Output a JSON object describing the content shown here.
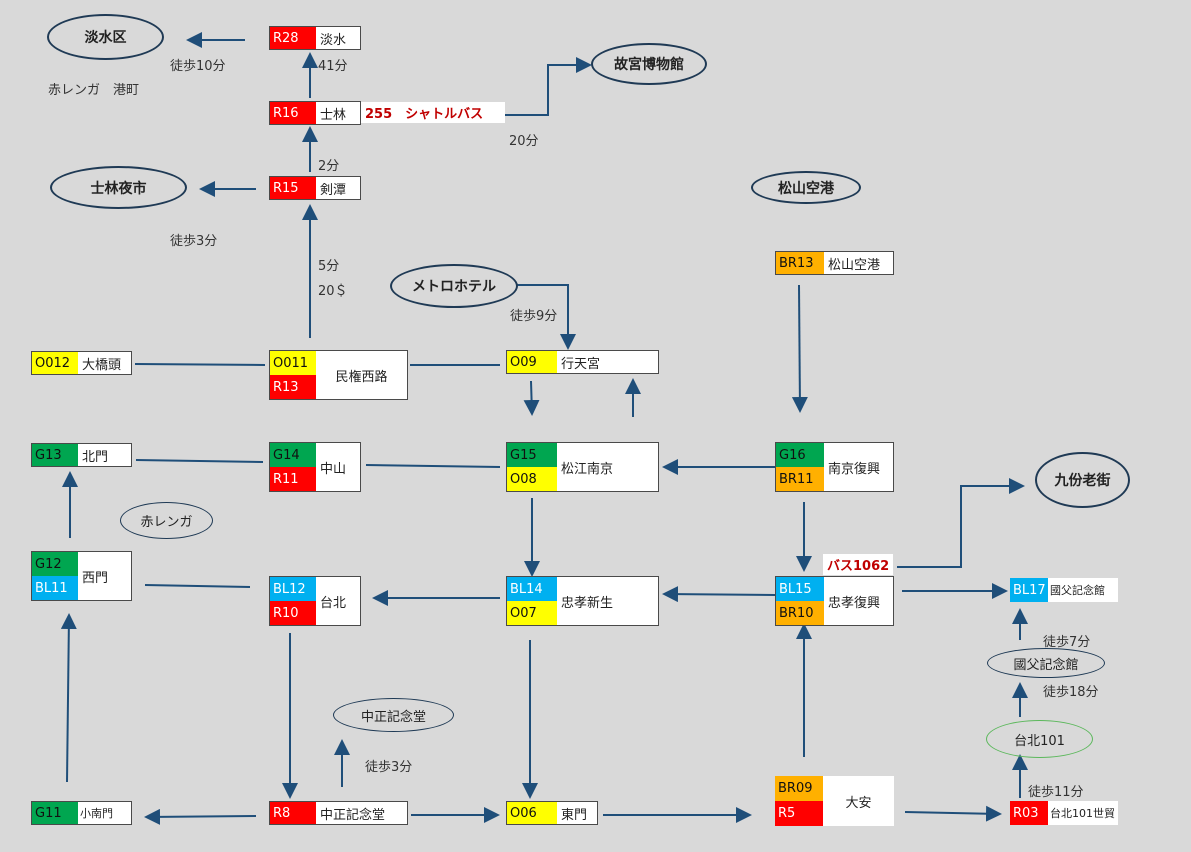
{
  "stations": {
    "tamsui": {
      "name": "淡水",
      "codes": [
        "R28"
      ]
    },
    "shilin": {
      "name": "士林",
      "codes": [
        "R16"
      ]
    },
    "jiantan": {
      "name": "剣潭",
      "codes": [
        "R15"
      ]
    },
    "daqiaotou": {
      "name": "大橋頭",
      "codes": [
        "O012"
      ]
    },
    "minquan": {
      "name": "民権西路",
      "codes": [
        "O011",
        "R13"
      ]
    },
    "xingtiangong": {
      "name": "行天宮",
      "codes": [
        "O09"
      ]
    },
    "songshan_airport": {
      "name": "松山空港",
      "codes": [
        "BR13"
      ]
    },
    "beimen": {
      "name": "北門",
      "codes": [
        "G13"
      ]
    },
    "zhongshan": {
      "name": "中山",
      "codes": [
        "G14",
        "R11"
      ]
    },
    "songjiang": {
      "name": "松江南京",
      "codes": [
        "G15",
        "O08"
      ]
    },
    "nanjing_fuxing": {
      "name": "南京復興",
      "codes": [
        "G16",
        "BR11"
      ]
    },
    "ximen": {
      "name": "西門",
      "codes": [
        "G12",
        "BL11"
      ]
    },
    "taipei": {
      "name": "台北",
      "codes": [
        "BL12",
        "R10"
      ]
    },
    "zhongxiao_xinsheng": {
      "name": "忠孝新生",
      "codes": [
        "BL14",
        "O07"
      ]
    },
    "zhongxiao_fuxing": {
      "name": "忠孝復興",
      "codes": [
        "BL15",
        "BR10"
      ]
    },
    "sun_yat_sen": {
      "name": "國父記念館",
      "codes": [
        "BL17"
      ]
    },
    "xiaonanmen": {
      "name": "小南門",
      "codes": [
        "G11"
      ]
    },
    "ckshek": {
      "name": "中正記念堂",
      "codes": [
        "R8"
      ]
    },
    "dongmen": {
      "name": "東門",
      "codes": [
        "O06"
      ]
    },
    "daan": {
      "name": "大安",
      "codes": [
        "BR09",
        "R5"
      ]
    },
    "taipei101": {
      "name": "台北101世貿",
      "codes": [
        "R03"
      ]
    }
  },
  "destinations": {
    "tamsui_district": "淡水区",
    "palace_museum": "故宮博物館",
    "shilin_market": "士林夜市",
    "songshan_airport": "松山空港",
    "metro_hotel": "メトロホテル",
    "jiufen": "九份老街",
    "red_house": "赤レンガ",
    "ckshek_hall": "中正記念堂",
    "sys_hall": "國父記念館",
    "taipei101": "台北101"
  },
  "labels": {
    "walk10": "徒歩10分",
    "red_house_harbor": "赤レンガ　港町",
    "min41": "41分",
    "min20": "20分",
    "min2": "2分",
    "walk3a": "徒歩3分",
    "min5": "5分",
    "fare20": "20＄",
    "walk9": "徒歩9分",
    "walk3b": "徒歩3分",
    "walk7": "徒歩7分",
    "walk18": "徒歩18分",
    "walk11": "徒歩11分"
  },
  "buses": {
    "shuttle": "255　シャトルバス",
    "bus1062": "バス1062"
  },
  "colors": {
    "red": "#ff0000",
    "yellow": "#ffff00",
    "green": "#00a650",
    "blue": "#00b0f0",
    "orange": "#ffb000",
    "arrow": "#1f4e79",
    "bus_text": "#c00000"
  }
}
